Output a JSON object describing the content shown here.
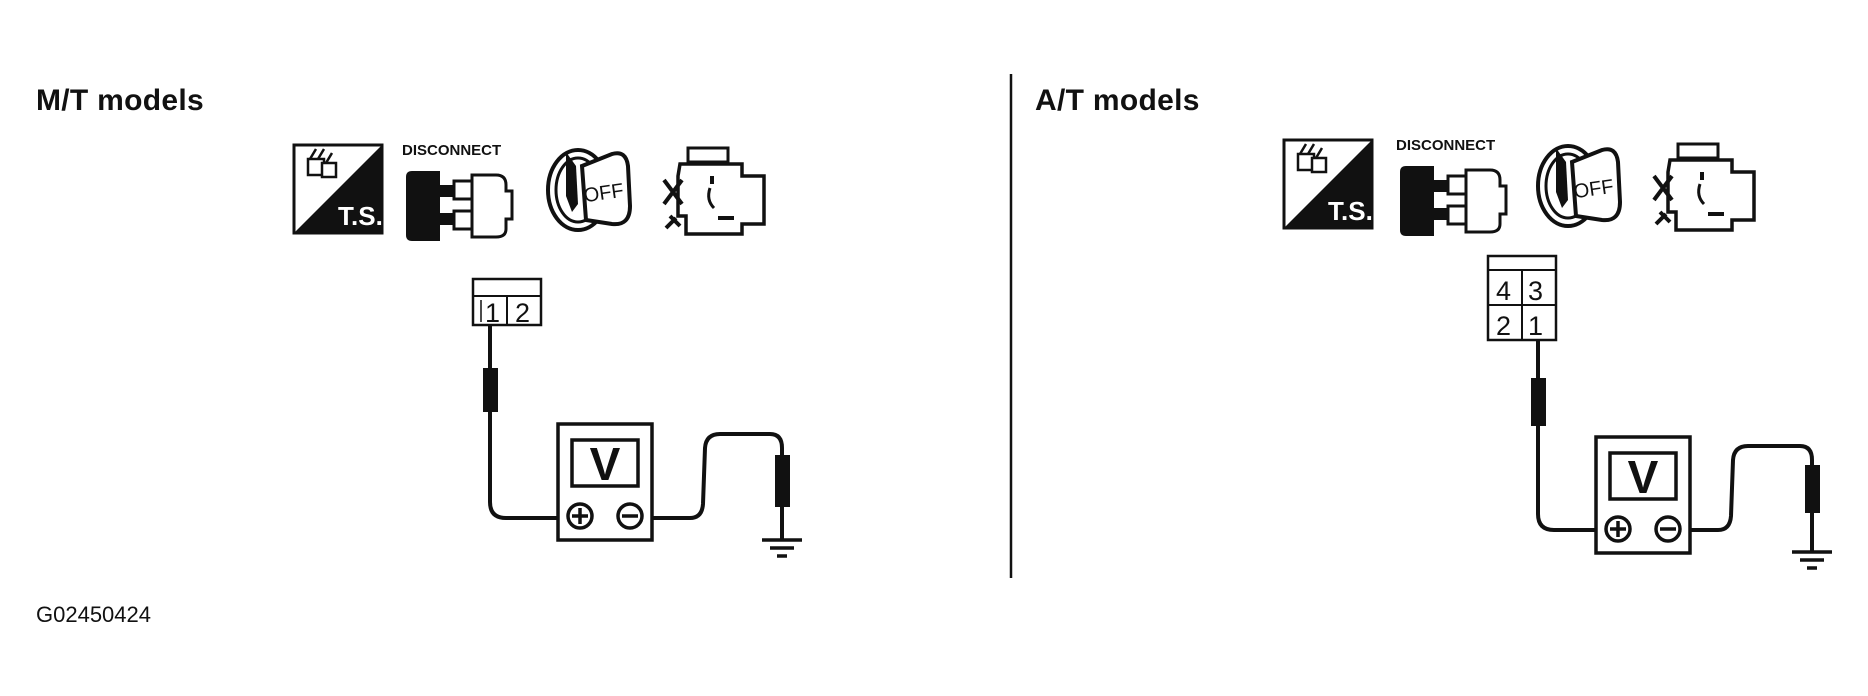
{
  "panels": [
    {
      "title": "M/T models",
      "icons": [
        "trouble-diagnosis-ts-icon",
        "disconnect-connector-icon",
        "ignition-key-off-icon",
        "engine-icon"
      ],
      "disconnect_label": "DISCONNECT",
      "ts_label": "T.S.",
      "off_label": "OFF",
      "connector_pins": [
        [
          "1",
          "2"
        ]
      ],
      "meter_label": "V"
    },
    {
      "title": "A/T models",
      "icons": [
        "trouble-diagnosis-ts-icon",
        "disconnect-connector-icon",
        "ignition-key-off-icon",
        "engine-icon"
      ],
      "disconnect_label": "DISCONNECT",
      "ts_label": "T.S.",
      "off_label": "OFF",
      "connector_pins": [
        [
          "4",
          "3"
        ],
        [
          "2",
          "1"
        ]
      ],
      "meter_label": "V"
    }
  ],
  "figure_id": "G02450424"
}
